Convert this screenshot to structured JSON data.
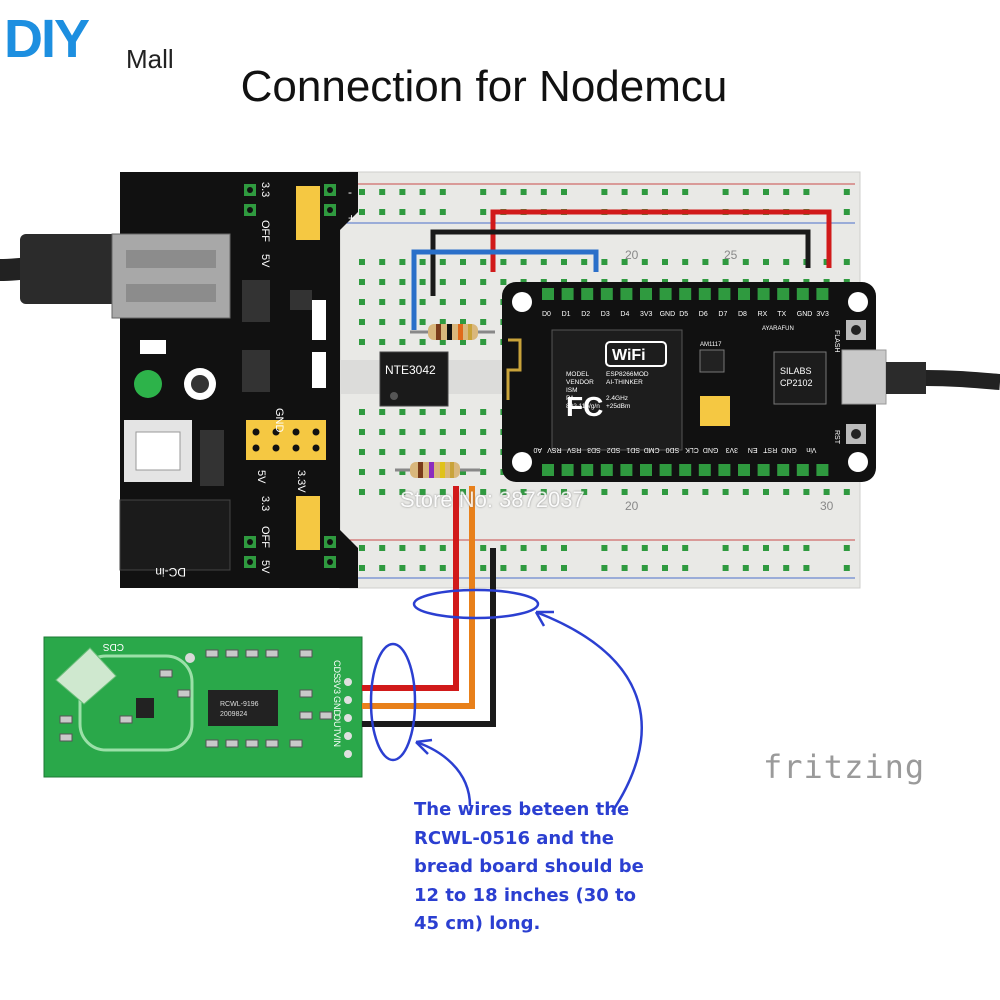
{
  "brand": {
    "logo_main": "DIY",
    "logo_sub": "Mall"
  },
  "title": "Connection for Nodemcu",
  "watermark": "Store No: 3872037",
  "breadboard": {
    "col_labels": [
      "20",
      "25",
      "20",
      "30"
    ]
  },
  "power_module": {
    "label_5v_top": "5V",
    "label_off_top": "OFF",
    "label_33_top": "3.3",
    "label_gnd": "GND",
    "label_5v_mid": "5V",
    "label_33v_mid": "3.3V",
    "label_5v_bot": "5V",
    "label_off_bot": "OFF",
    "label_33_bot": "3.3",
    "label_dcin": "DC-in",
    "minus": "-",
    "plus": "+"
  },
  "chip_label": "NTE3042",
  "nodemcu": {
    "top_pins": [
      "D0",
      "D1",
      "D2",
      "D3",
      "D4",
      "3V3",
      "GND",
      "D5",
      "D6",
      "D7",
      "D8",
      "RX",
      "TX",
      "GND",
      "3V3"
    ],
    "bottom_pins": [
      "A0",
      "RSV",
      "RSV",
      "SD3",
      "SD2",
      "SD1",
      "CMD",
      "SD0",
      "CLK",
      "GND",
      "3V3",
      "EN",
      "RST",
      "GND",
      "Vin"
    ],
    "module_lines": [
      "MODEL",
      "VENDOR",
      "ISM",
      "PA",
      "802.11b/g/n"
    ],
    "module_right": [
      "ESP8266MOD",
      "AI-THINKER",
      "2.4GHz",
      "+25dBm"
    ],
    "wifi": "WiFi",
    "fcc": "FC",
    "regulator": "AM1117",
    "usb_chip": [
      "SILABS",
      "CP2102"
    ],
    "flash": "FLASH",
    "rst": "RST",
    "maker": "AYARAFUN"
  },
  "sensor": {
    "pins": [
      "CDS",
      "3V3",
      "GND",
      "OUT",
      "VIN"
    ],
    "chip_text": [
      "RCWL-9196",
      "2009824"
    ],
    "cds": "CDS"
  },
  "note_lines": [
    "The wires beteen the",
    "RCWL-0516 and the",
    "bread board should be",
    "12 to 18 inches (30 to",
    "45 cm) long."
  ],
  "fritzing": "fritzing",
  "colors": {
    "wire_red": "#d11a1a",
    "wire_black": "#1a1a1a",
    "wire_blue": "#2a6fc9",
    "wire_orange": "#e8801a",
    "annotation_blue": "#2b3fd1",
    "sensor_green": "#2aa84a",
    "board_black": "#111111"
  }
}
